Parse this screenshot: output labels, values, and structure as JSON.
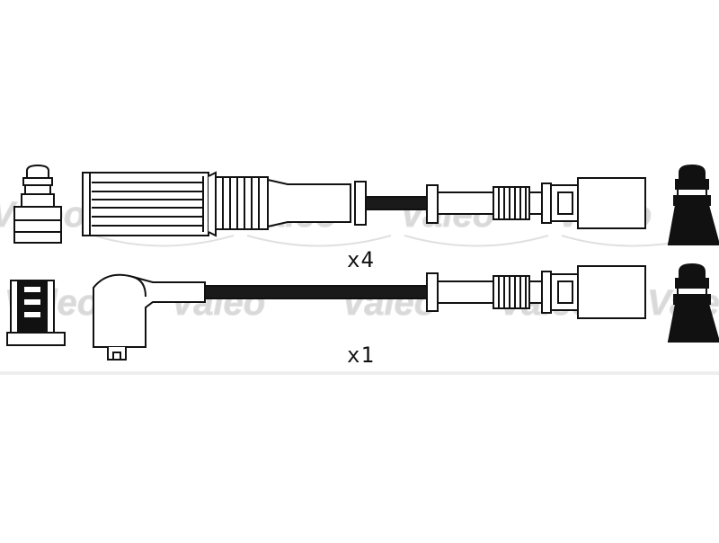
{
  "watermark": {
    "text": "Valeo",
    "color": "#d6d6d6"
  },
  "rows": [
    {
      "id": "cylinder-lead",
      "quantity": "x4"
    },
    {
      "id": "coil-lead",
      "quantity": "x1"
    }
  ],
  "colors": {
    "ink": "#111111",
    "cable": "#1a1a1a",
    "background": "#ffffff",
    "watermark": "#d6d6d6"
  }
}
